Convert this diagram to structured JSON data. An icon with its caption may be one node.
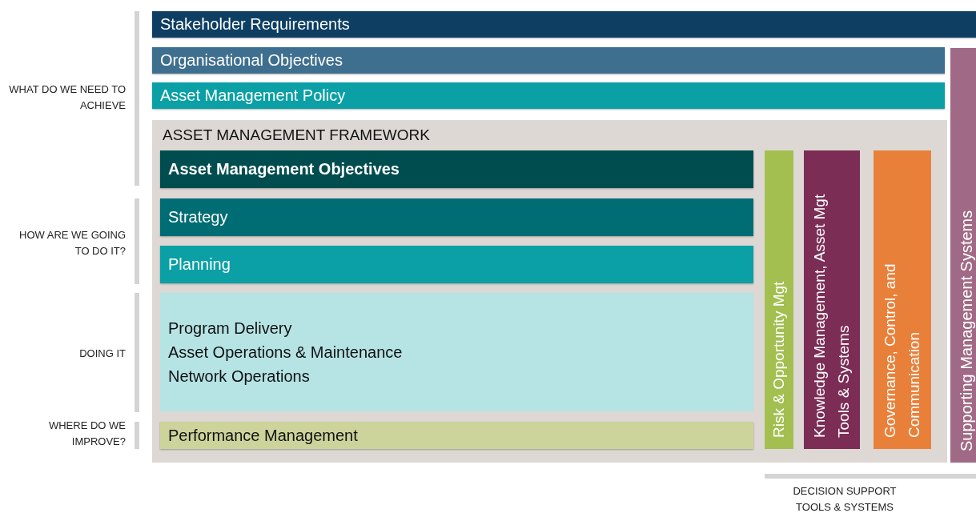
{
  "diagram": {
    "nodes": [
      {
        "text": [
          "Stakeholder Requirements"
        ]
      },
      {
        "text": [
          "Organisational Objectives"
        ]
      },
      {
        "text": [
          "Asset Management Policy"
        ]
      },
      {
        "text": [
          "Supporting Management Systems"
        ]
      },
      {
        "text": [
          "ASSET MANAGEMENT FRAMEWORK"
        ]
      },
      {
        "text": [
          "Asset Management Objectives"
        ],
        "in": 4
      },
      {
        "text": [
          "Strategy"
        ],
        "in": 4
      },
      {
        "text": [
          "Planning"
        ],
        "in": 4
      },
      {
        "text": [
          "Program Delivery",
          "Asset Operations & Maintenance",
          "Network Operations"
        ],
        "in": 4
      },
      {
        "text": [
          "Performance Management"
        ],
        "in": 4
      },
      {
        "text": [
          "Risk & Opportunity Mgt"
        ],
        "in": 4
      },
      {
        "text": [
          "Knowledge Management, Asset Mgt Tools & Systems"
        ],
        "in": 4
      },
      {
        "text": [
          "Governance, Control, and Communication"
        ],
        "in": 4
      }
    ],
    "labels": [
      "WHAT DO WE NEED TO ACHIEVE",
      "HOW ARE WE GOING TO DO IT?",
      "DOING IT",
      "WHERE DO WE IMPROVE?",
      "DECISION SUPPORT TOOLS & SYSTEMS"
    ]
  }
}
